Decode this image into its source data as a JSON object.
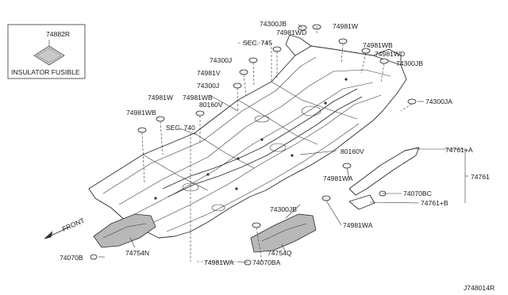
{
  "diagram": {
    "inset": {
      "part_number": "74882R",
      "caption": "INSULATOR FUSIBLE"
    },
    "labels": {
      "l74300JB_top": "74300JB",
      "l74981W_top": "74981W",
      "l74981WD_a": "74981WD",
      "l74981WB_a": "74981WB",
      "l74981WD_b": "74981WD",
      "l74300JB_mid": "74300JB",
      "l74300JA": "74300JA",
      "lSEC745": "SEC. 745",
      "l74300J_a": "74300J",
      "l74981V": "74981V",
      "l74300J_b": "74300J",
      "l74981W_b": "74981W",
      "l74981WB_b": "74981WB",
      "l80160V_a": "80160V",
      "l74981WB_c": "74981WB",
      "lSEC740": "SEC. 740",
      "l80160V_b": "80160V",
      "l74761A": "74761+A",
      "l74761": "74761",
      "l74981WA_a": "74981WA",
      "l74070BC": "74070BC",
      "l74761B": "74761+B",
      "l74300JB_low": "74300JB",
      "l74981WA_b": "74981WA",
      "lFRONT": "FRONT",
      "l74070B": "74070B",
      "l74754N": "74754N",
      "l74754Q": "74754Q",
      "l74981WA_c": "74981WA",
      "l74070BA": "74070BA",
      "lcode": "J748014R"
    }
  }
}
